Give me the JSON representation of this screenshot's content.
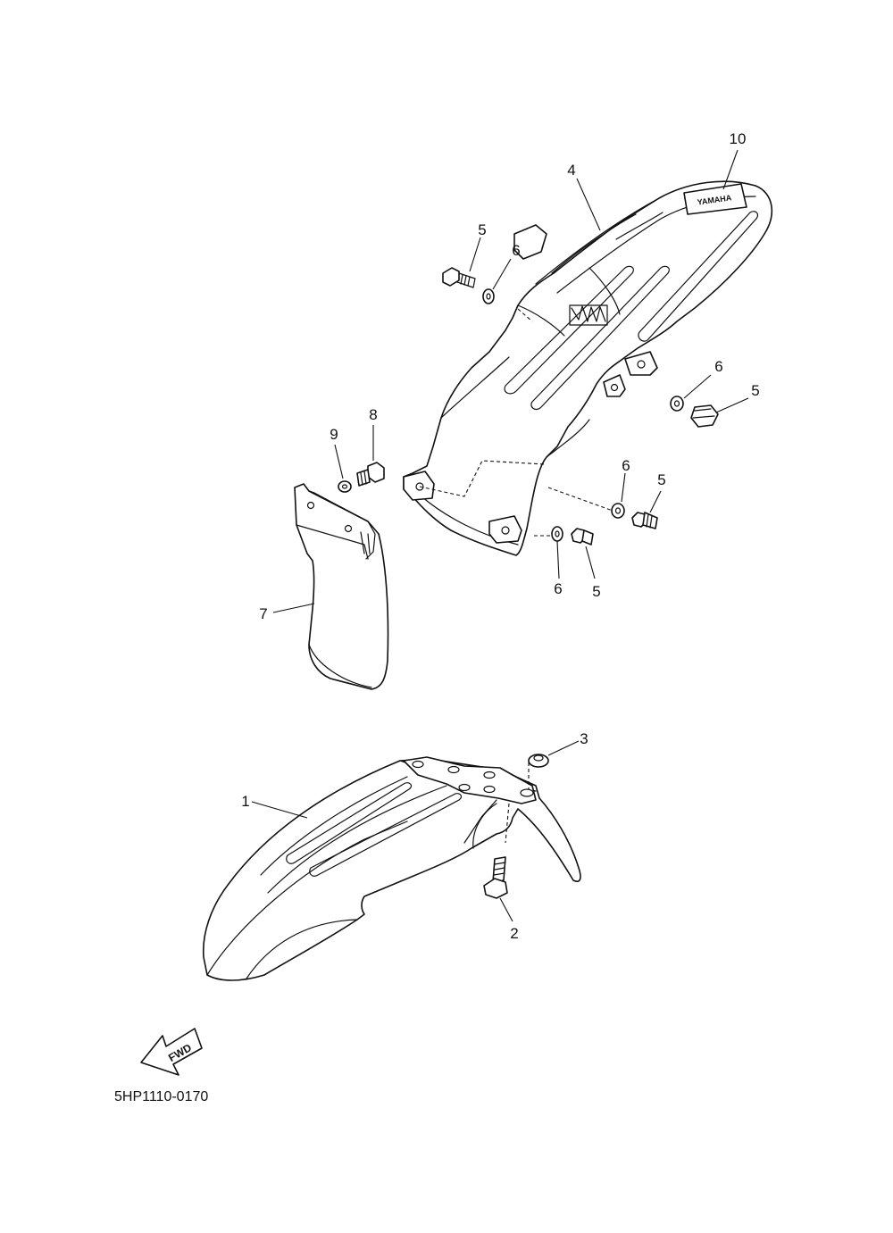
{
  "diagram": {
    "callouts": [
      "10",
      "4",
      "5",
      "6",
      "6",
      "5",
      "9",
      "8",
      "6",
      "5",
      "7",
      "6",
      "5",
      "3",
      "1",
      "2"
    ],
    "fwd_label": "FWD",
    "brand_logo": "YAMAHA",
    "reference_code": "5HP1110-0170"
  }
}
